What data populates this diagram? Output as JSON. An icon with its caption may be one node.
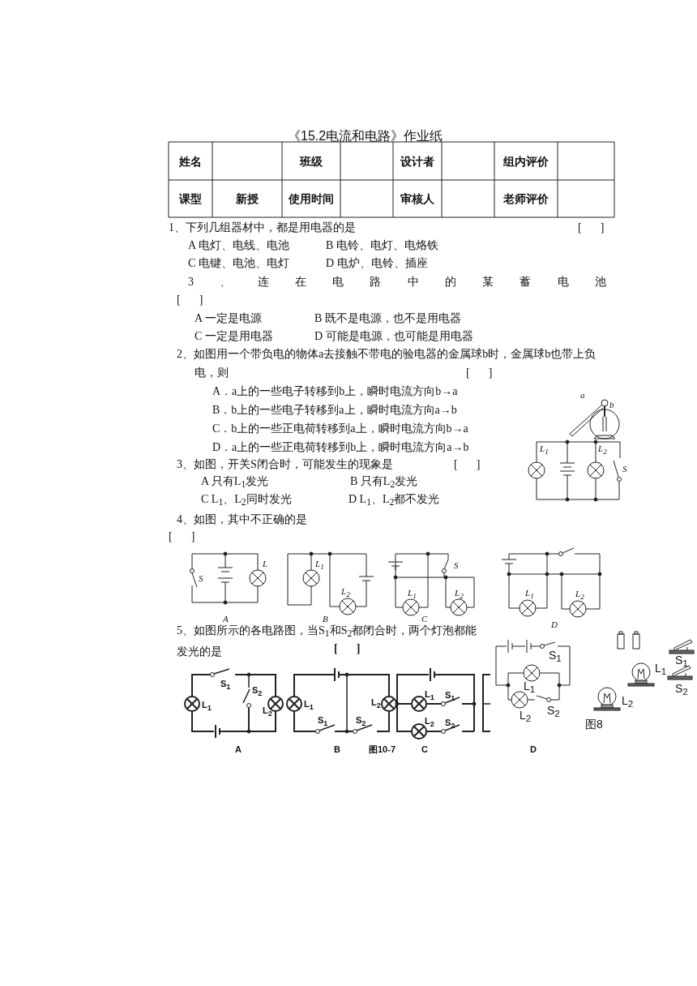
{
  "diagram": {
    "title": "《15.2电流和电路》作业纸",
    "labels": [
      "姓名",
      "班级",
      "设计者",
      "组内评价",
      "课型",
      "新授",
      "使用时间",
      "审核人",
      "老师评价",
      "1、下列几组器材中，都是用电器的是",
      "[ ]",
      "A 电灯、电线、电池",
      "B 电铃、电灯、电烙铁",
      "C 电键、电池、电灯",
      "D 电炉、电铃、插座",
      "3、连在电路中的某蓄电池",
      "[ ]",
      "A 一定是电源",
      "B 既不是电源，也不是用电器",
      "C 一定是用电器",
      "D 可能是电源，也可能是用电器",
      "2、如图用一个带负电的物体a去接触不带电的验电器的金属球b时，金属球b也带上负电，则",
      "[ ]",
      "A．a上的一些电子转移到b上，瞬时电流方向b→a",
      "B．b上的一些电子转移到a上，瞬时电流方向a→b",
      "C．b上的一些正电荷转移到a上，瞬时电流方向b→a",
      "D．a上的一些正电荷转移到b上，瞬时电流方向a→b",
      "a",
      "b",
      "3、如图，开关S闭合时，可能发生的现象是",
      "[ ]",
      "A 只有L$_{1}$发光",
      "B 只有L$_{2}$发光",
      "C L$_{1}$、L$_{2}$同时发光",
      "D L$_{1}$、L$_{2}$都不发光",
      "L$_{1}$",
      "L$_{2}$",
      "S",
      "4、如图，其中不正确的是",
      "[ ]",
      "S",
      "L",
      "L$_{1}$",
      "L$_{2}$",
      "S",
      "L$_{1}$",
      "L$_{2}$",
      "L$_{1}$",
      "L$_{2}$",
      "A",
      "B",
      "C",
      "D",
      "5、如图所示的各电路图，当S$_{1}$和S$_{2}$都闭合时，两个灯泡都能发光的是",
      "[ ]",
      "S$_{1}$",
      "S$_{2}$",
      "L$_{1}$",
      "L$_{2}$",
      "L$_{1}$",
      "S$_{1}$",
      "S$_{2}$",
      "L$_{2}$",
      "L$_{1}$",
      "S$_{1}$",
      "L$_{2}$",
      "S$_{2}$",
      "A",
      "B",
      "图10-7",
      "C",
      "D",
      "S$_{1}$",
      "L$_{1}$",
      "L$_{2}$",
      "S$_{2}$",
      "S$_{1}$",
      "L$_{1}$",
      "L$_{2}$",
      "S$_{2}$",
      "图8"
    ]
  }
}
